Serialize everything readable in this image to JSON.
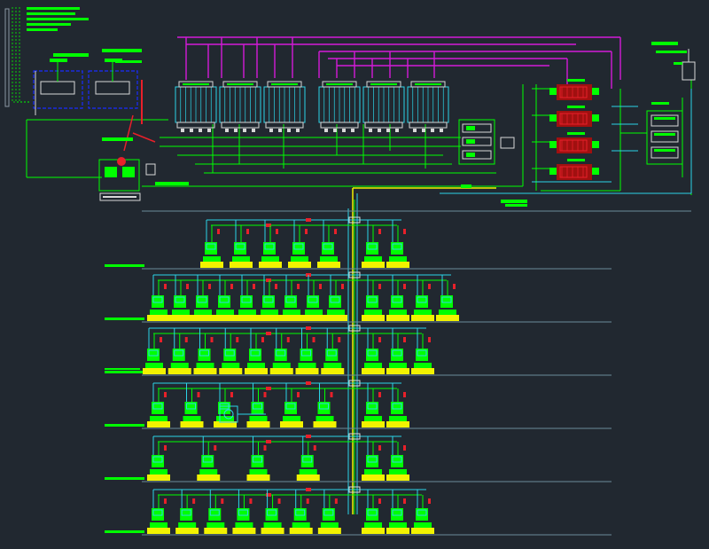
{
  "colors": {
    "background": "#212830",
    "green": "#00ff00",
    "cyan": "#2cd5e8",
    "magenta": "#d41bd8",
    "yellow": "#f2f200",
    "red": "#e8202a",
    "darkred": "#a01010",
    "blue": "#1a2cff",
    "white": "#d8d8d8",
    "gray": "#8b97a3",
    "floorline": "#6c8b9a"
  },
  "icons": {
    "cooling_tower": "cooling-tower-icon",
    "chiller": "chiller-icon",
    "pump": "pump-icon",
    "air_handler": "air-handling-unit-icon",
    "tank": "expansion-tank-icon",
    "exchanger": "heat-exchanger-icon"
  },
  "floors": [
    {
      "units": 7
    },
    {
      "units": 13
    },
    {
      "units": 11
    },
    {
      "units": 8
    },
    {
      "units": 6
    },
    {
      "units": 10
    }
  ],
  "plant": {
    "cooling_tower_groups": 2,
    "cells_per_group": 3,
    "chillers": 4,
    "pumps": 3
  }
}
